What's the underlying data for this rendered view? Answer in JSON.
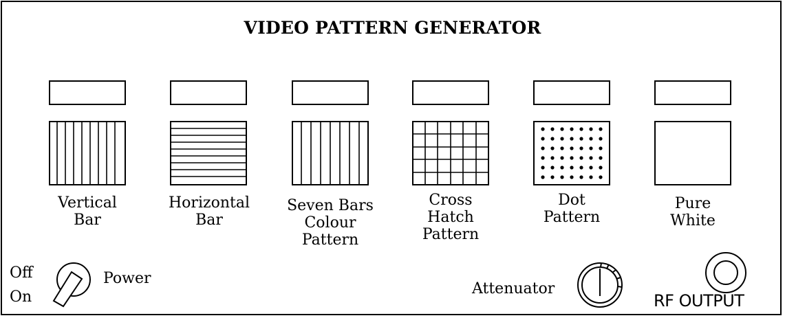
{
  "title": "VIDEO PATTERN GENERATOR",
  "patterns": [
    {
      "label_lines": [
        "Vertical",
        "Bar"
      ],
      "icon": "vertical-bars-pattern"
    },
    {
      "label_lines": [
        "Horizontal",
        "Bar"
      ],
      "icon": "horizontal-bars-pattern"
    },
    {
      "label_lines": [
        "Seven Bars",
        "Colour",
        "Pattern"
      ],
      "icon": "seven-bars-pattern"
    },
    {
      "label_lines": [
        "Cross",
        "Hatch",
        "Pattern"
      ],
      "icon": "cross-hatch-pattern"
    },
    {
      "label_lines": [
        "Dot",
        "Pattern"
      ],
      "icon": "dot-pattern"
    },
    {
      "label_lines": [
        "Pure",
        "White"
      ],
      "icon": "pure-white-pattern"
    }
  ],
  "power": {
    "off_label": "Off",
    "on_label": "On",
    "label": "Power"
  },
  "attenuator": {
    "label": "Attenuator"
  },
  "rf_output": {
    "label": "RF OUTPUT"
  }
}
